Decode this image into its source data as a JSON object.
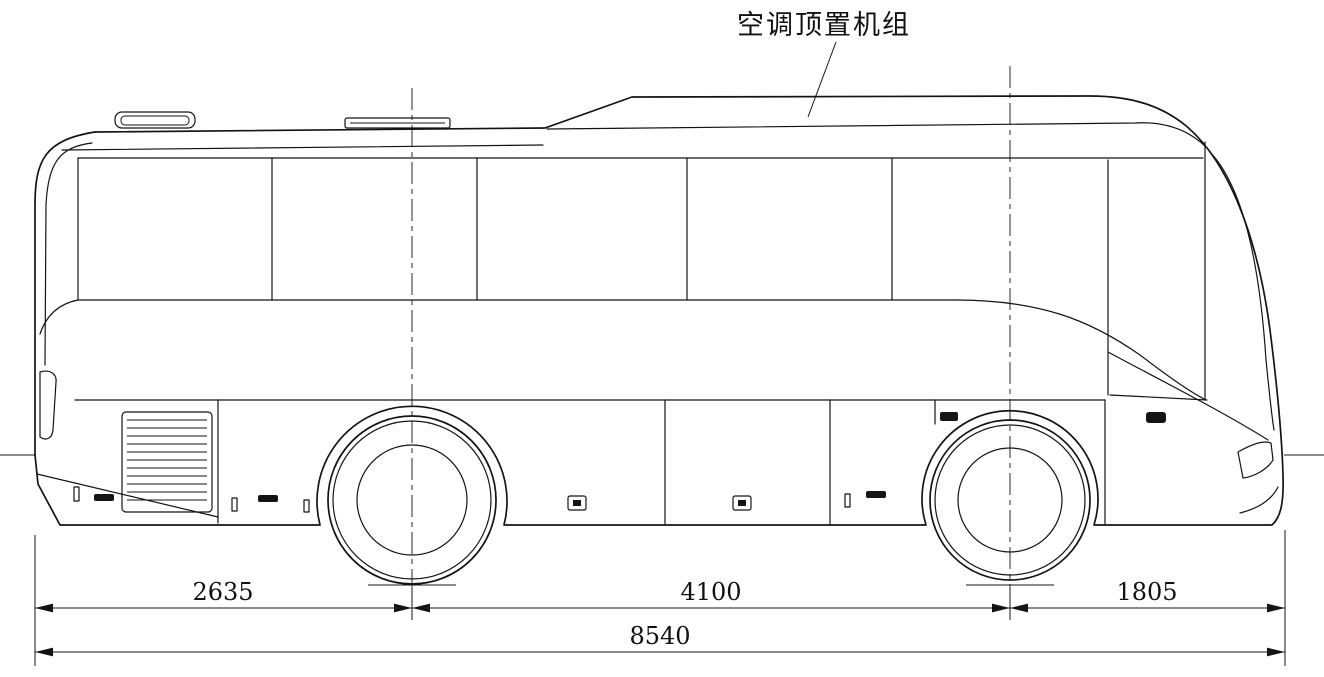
{
  "annotation": {
    "ac_unit_label": "空调顶置机组"
  },
  "dimensions": {
    "rear_overhang": "2635",
    "wheelbase": "4100",
    "front_overhang": "1805",
    "overall_length": "8540"
  },
  "colors": {
    "line": "#141414",
    "background": "#ffffff"
  }
}
